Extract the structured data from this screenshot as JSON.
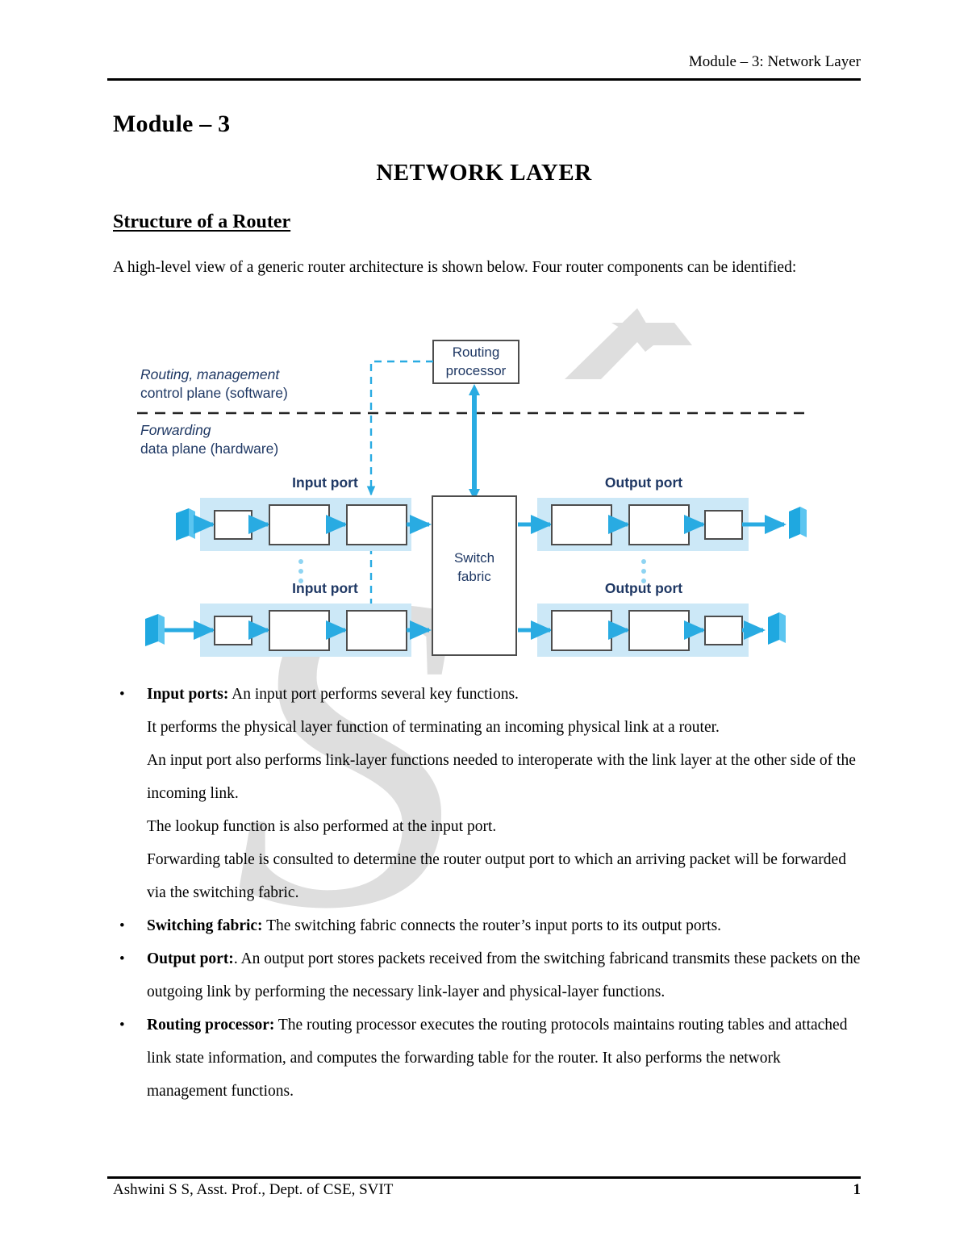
{
  "header": {
    "running_title": "Module – 3: Network Layer"
  },
  "titles": {
    "module": "Module – 3",
    "main": "NETWORK LAYER",
    "section": "Structure of a Router"
  },
  "intro": "A high-level view of a generic router architecture is shown below. Four router components can be identified:",
  "figure": {
    "routing_processor": {
      "line1": "Routing",
      "line2": "processor"
    },
    "control_plane": {
      "line1": "Routing, management",
      "line2": "control plane (software)"
    },
    "data_plane": {
      "line1": "Forwarding",
      "line2": "data plane (hardware)"
    },
    "switch_fabric": {
      "line1": "Switch",
      "line2": "fabric"
    },
    "input_port_label_top": "Input port",
    "input_port_label_bottom": "Input port",
    "output_port_label_top": "Output port",
    "output_port_label_bottom": "Output port",
    "colors": {
      "accent_blue": "#29ABE2",
      "band_blue": "#CCE8F7",
      "box_border": "#4D4D4D",
      "dark_dash": "#262626",
      "label_text": "#1F3864",
      "watermark_gray": "#DCDCDC"
    }
  },
  "bullets": [
    {
      "lead": "Input ports:",
      "text": " An input port performs several key functions.",
      "sub_lines": [
        "It performs the physical layer function of terminating an incoming physical link at a router.",
        "An input port also performs link-layer functions needed to interoperate with the link layer at the other side of the incoming link.",
        "The lookup function is also performed at the input port.",
        "Forwarding table is consulted to determine the router output port to which an arriving packet will be forwarded via the switching fabric."
      ]
    },
    {
      "lead": "Switching fabric:",
      "text": " The switching fabric connects the router’s input ports to its output ports.",
      "sub_lines": []
    },
    {
      "lead": "Output port:",
      "text": ". An output port stores packets received from the switching fabricand transmits these packets on the outgoing link by performing the necessary link-layer and physical-layer functions.",
      "sub_lines": []
    },
    {
      "lead": "Routing processor:",
      "text": " The routing processor executes the routing protocols maintains routing tables and attached link state information, and computes the forwarding table for the router. It also performs the network management functions.",
      "sub_lines": []
    }
  ],
  "bullet_marker": "•",
  "footer": {
    "author": "Ashwini S S, Asst. Prof., Dept. of CSE, SVIT",
    "page_number": "1"
  }
}
